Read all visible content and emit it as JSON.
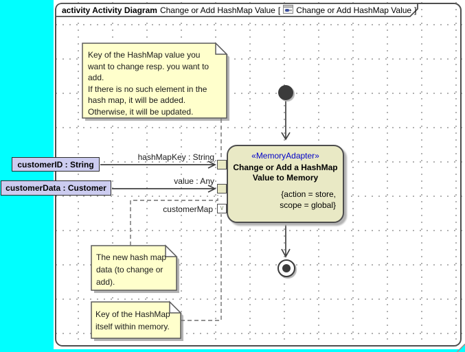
{
  "colors": {
    "canvas": "#00ffff",
    "page": "#ffffff",
    "frame-border": "#4d4d4d",
    "note-fill": "#ffffcc",
    "node-fill": "#e9e9c5",
    "pin-fill": "#e9e9c5",
    "param-fill": "#ccccf0",
    "stereotype": "#0000c8",
    "line": "#3f3f3f",
    "anchor": "#6e6e6e",
    "shadow": "#b4b4b4",
    "grid-dot": "#9a9a9a"
  },
  "frame": {
    "kind_label": "activity Activity Diagram",
    "diagram_name": "Change or Add HashMap Value",
    "bracket_open": "[",
    "ref_name": "Change or Add HashMap Value",
    "bracket_close": "]"
  },
  "notes": {
    "key_note": "Key of the HashMap value you\nwant to change resp. you want to\nadd.\nIf there is no such element in the\nhash map, it will be added.\nOtherwise, it will be updated.",
    "value_note": "The new hash map\ndata (to change or\nadd).",
    "map_note": "Key of the HashMap\nitself within memory."
  },
  "action": {
    "stereotype": "«MemoryAdapter»",
    "name": "Change or Add a HashMap\nValue to Memory",
    "constraint": "{action = store,\nscope = global}"
  },
  "pins": {
    "hash_map_key_label": "hashMapKey : String",
    "value_label": "value : Any",
    "customer_map_label": "customerMap",
    "customer_map_glyph": "∨"
  },
  "parameters": {
    "customer_id": "customerID : String",
    "customer_data": "customerData : Customer"
  }
}
